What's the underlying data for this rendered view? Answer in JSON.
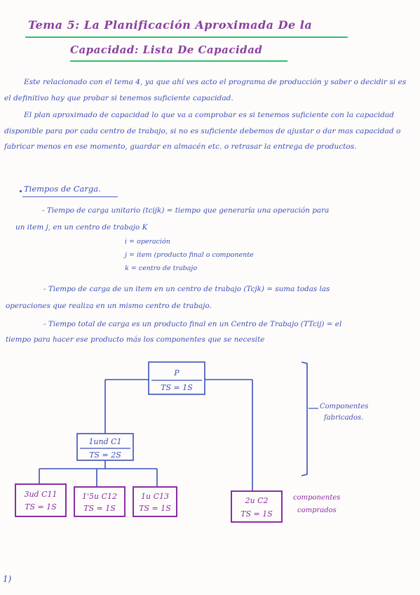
{
  "header": {
    "title_line1": "Tema 5: La Planificación Aproximada De la",
    "title_line2": "Capacidad: Lista De Capacidad"
  },
  "intro": {
    "p1": "Este relacionado con el tema 4, ya que ahí ves acto el programa de producción y saber o decidir si es el definitivo hay que probar si tenemos suficiente capacidad.",
    "p2": "El plan aproximado de capacidad lo que va a comprobar es si tenemos suficiente con la capacidad disponible para por cada centro de trabajo, si no es suficiente debemos de ajustar o dar mas capacidad o fabricar menos en ese momento, guardar en almacén etc. o retrasar la entrega de productos."
  },
  "section": {
    "heading": "Tiempos de Carga."
  },
  "defs": {
    "d1_a": "- Tiempo de carga unitario   (tcijk) = tiempo que generaría una operación para",
    "d1_b": "un item j, en un centro de trabajo K",
    "legend_i": "i = operación",
    "legend_j": "j = item (producto final o componente",
    "legend_k": "k = centro de trabajo",
    "d2_a": "- Tiempo de carga de un item en un centro de trabajo (Tcjk) = suma todas las",
    "d2_b": "operaciones que realiza en un mismo centro de trabajo.",
    "d3_a": "- Tiempo total de carga es un producto final en un Centro de Trabajo (TTcij) = el",
    "d3_b": "tiempo para hacer ese producto más los componentes que se necesite"
  },
  "diagram": {
    "root": {
      "name": "P",
      "ts": "TS = 1S"
    },
    "mid": {
      "name": "1und C1",
      "ts": "TS = 2S"
    },
    "leaves": [
      {
        "name": "3ud C11",
        "ts": "TS = 1S"
      },
      {
        "name": "1'5u C12",
        "ts": "TS = 1S"
      },
      {
        "name": "1u C13",
        "ts": "TS = 1S"
      }
    ],
    "purchased": {
      "name": "2u C2",
      "ts": "TS = 1S"
    },
    "label_fab_1": "Componentes",
    "label_fab_2": "fabricados.",
    "label_buy_1": "componentes",
    "label_buy_2": "comprados"
  },
  "footer": {
    "page_number": "1)"
  }
}
